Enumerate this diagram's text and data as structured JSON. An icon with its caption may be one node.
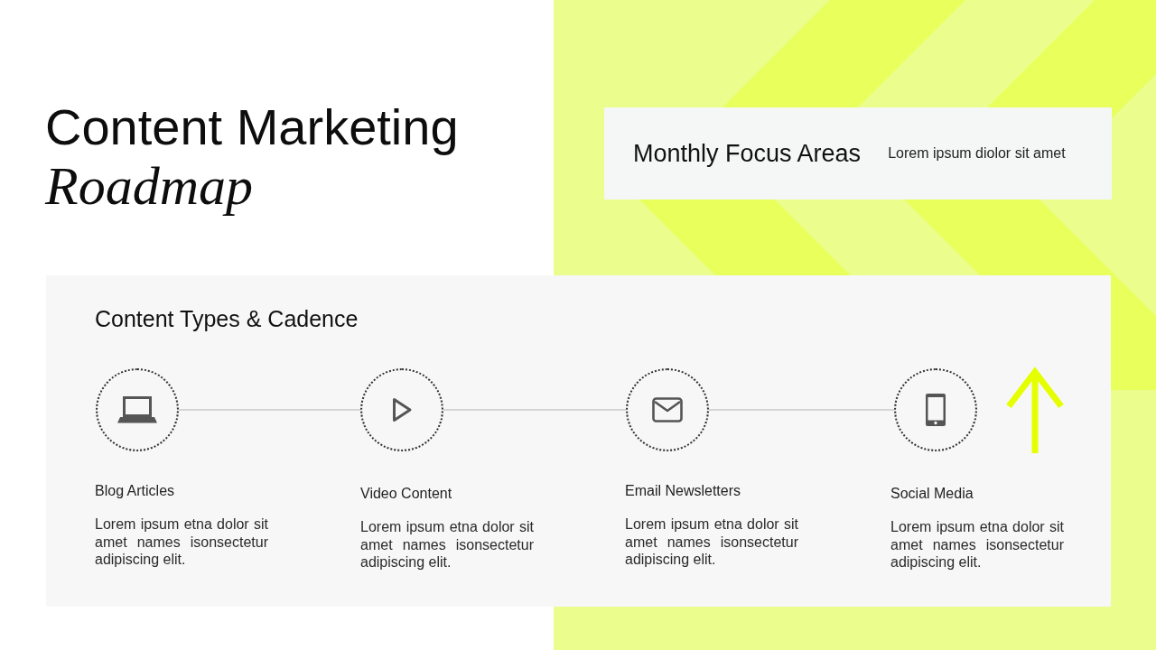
{
  "diagram": {
    "title": "Content Marketing *Roadmap*",
    "nodes": [
      {
        "text": [
          "Monthly Focus Areas",
          "Lorem ipsum diolor sit amet"
        ]
      },
      {
        "text": [
          "Content Types & Cadence"
        ]
      },
      {
        "text": [],
        "shape": "circle",
        "in": 1,
        "beside": [
          "Blog Articles",
          "Lorem ipsum etna dolor sit amet names isonsectetur adipiscing elit."
        ]
      },
      {
        "text": [],
        "shape": "circle",
        "in": 1,
        "beside": [
          "Video Content",
          "Lorem ipsum etna dolor sit amet names isonsectetur adipiscing elit."
        ]
      },
      {
        "text": [],
        "shape": "circle",
        "in": 1,
        "beside": [
          "Email Newsletters",
          "Lorem ipsum etna dolor sit amet names isonsectetur adipiscing elit."
        ]
      },
      {
        "text": [],
        "shape": "circle",
        "in": 1,
        "beside": [
          "Social Media",
          "Lorem ipsum etna dolor sit amet names isonsectetur adipiscing elit."
        ]
      }
    ],
    "edges": [
      {
        "from": 2,
        "to": 3,
        "arrow": "none"
      },
      {
        "from": 3,
        "to": 4,
        "arrow": "none"
      },
      {
        "from": 4,
        "to": 5,
        "arrow": "none"
      }
    ]
  }
}
